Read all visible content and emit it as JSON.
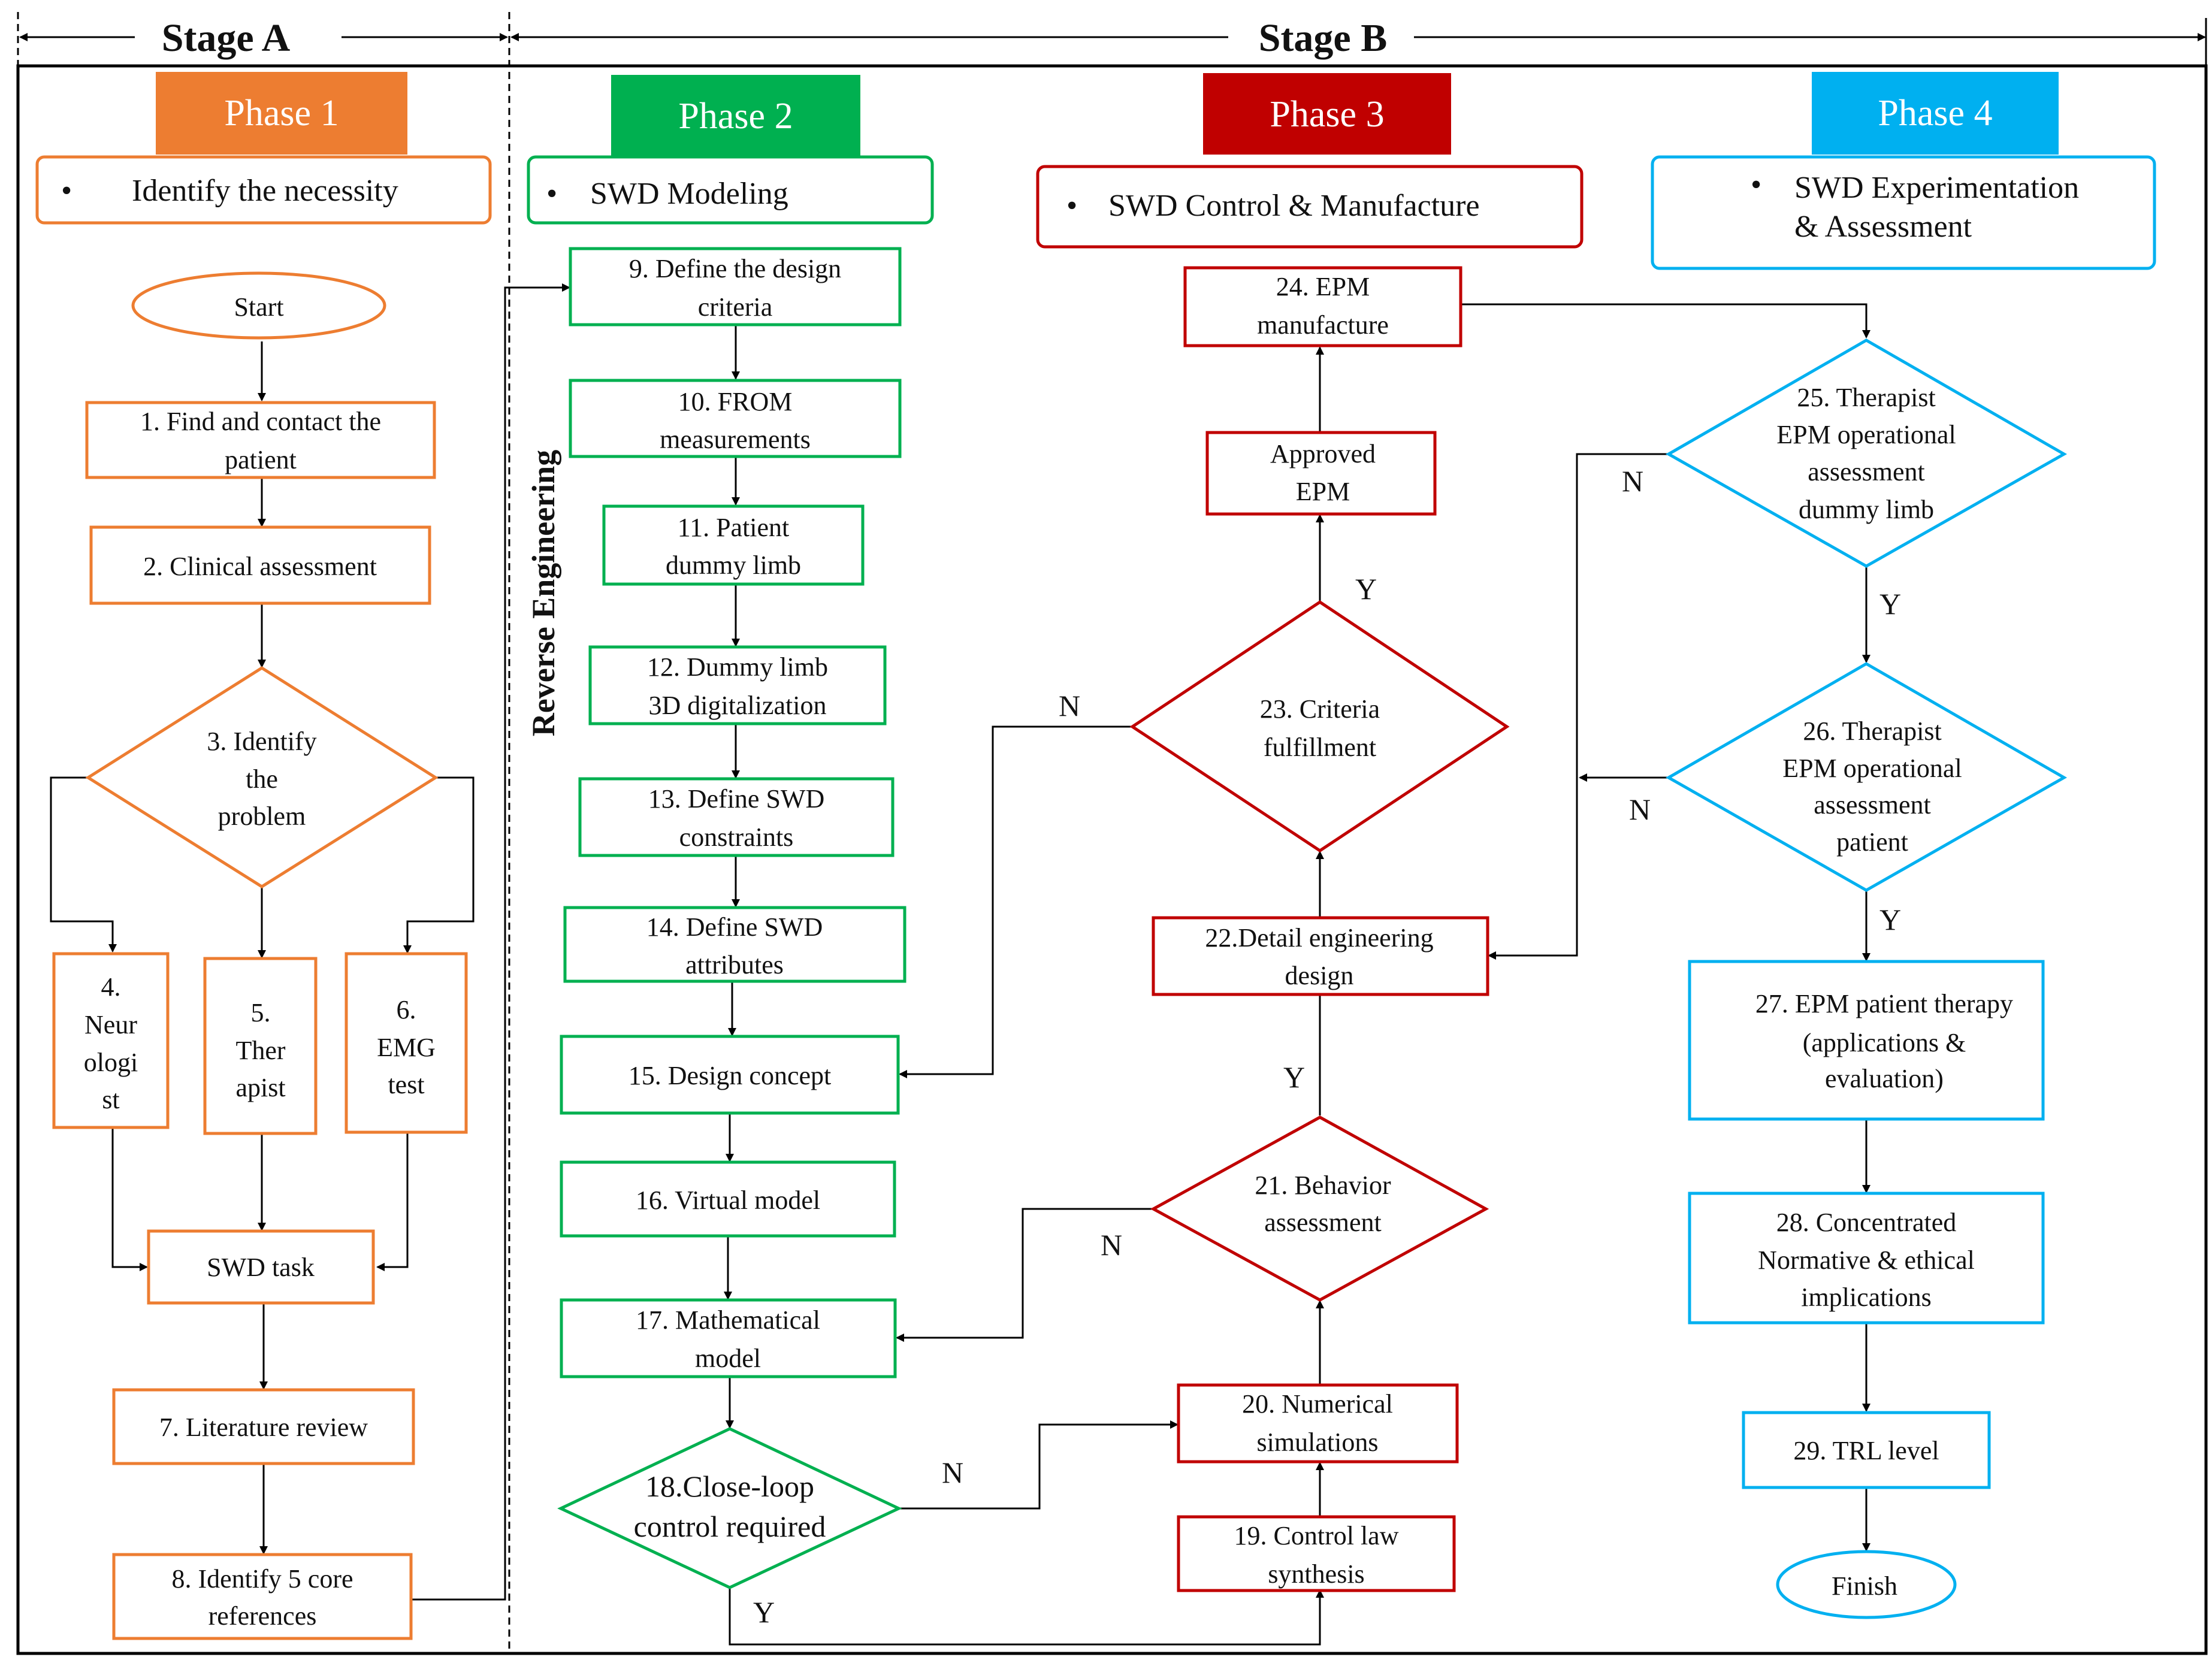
{
  "stages": {
    "a": "Stage A",
    "b": "Stage B"
  },
  "side_label": "Reverse Engineering",
  "colors": {
    "phase1": "#ED7D31",
    "phase2": "#00B050",
    "phase3": "#C00000",
    "phase4": "#00B0F0"
  },
  "phases": [
    {
      "title": "Phase 1",
      "subtitle": "Identify the necessity"
    },
    {
      "title": "Phase 2",
      "subtitle": "SWD Modeling"
    },
    {
      "title": "Phase 3",
      "subtitle": "SWD Control & Manufacture"
    },
    {
      "title": "Phase 4",
      "subtitle_line1": "SWD Experimentation",
      "subtitle_line2": "& Assessment"
    }
  ],
  "nodes": {
    "start": "Start",
    "n1": [
      "1. Find and contact the",
      "patient"
    ],
    "n2": "2.  Clinical assessment",
    "n3": [
      "3. Identify",
      "the",
      "problem"
    ],
    "n4": [
      "4.",
      "Neur",
      "ologi",
      "st"
    ],
    "n5": [
      "5.",
      "Ther",
      "apist"
    ],
    "n6": [
      "6.",
      "EMG",
      "test"
    ],
    "swd_task": "SWD task",
    "n7": "7. Literature review",
    "n8": [
      "8. Identify 5 core",
      "references"
    ],
    "n9": [
      "9. Define the design",
      "criteria"
    ],
    "n10": [
      "10. FROM",
      "measurements"
    ],
    "n11": [
      "11. Patient",
      "dummy limb"
    ],
    "n12": [
      "12. Dummy limb",
      "3D digitalization"
    ],
    "n13": [
      "13. Define SWD",
      "constraints"
    ],
    "n14": [
      "14. Define SWD",
      "attributes"
    ],
    "n15": "15. Design concept",
    "n16": "16. Virtual model",
    "n17": [
      "17. Mathematical",
      "model"
    ],
    "n18": [
      "18.Close-loop",
      "control required"
    ],
    "n19": [
      "19. Control law",
      "synthesis"
    ],
    "n20": [
      "20. Numerical",
      "simulations"
    ],
    "n21": [
      "21. Behavior",
      "assessment"
    ],
    "n22": [
      "22.Detail engineering",
      "design"
    ],
    "n23": [
      "23. Criteria",
      "fulfillment"
    ],
    "approved": [
      "Approved",
      "EPM"
    ],
    "n24": [
      "24. EPM",
      "manufacture"
    ],
    "n25": [
      "25. Therapist",
      "EPM operational",
      "assessment",
      "dummy limb"
    ],
    "n26": [
      "26. Therapist",
      "EPM operational",
      "assessment",
      "patient"
    ],
    "n27": [
      "27. EPM patient therapy",
      "(applications &",
      "evaluation)"
    ],
    "n28": [
      "28. Concentrated",
      "Normative & ethical",
      "implications"
    ],
    "n29": "29. TRL level",
    "finish": "Finish"
  },
  "edge_labels": {
    "yes": "Y",
    "no": "N"
  }
}
